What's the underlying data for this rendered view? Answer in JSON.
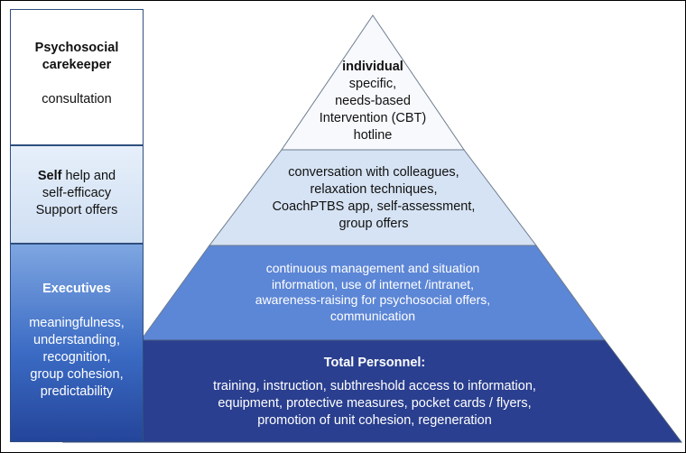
{
  "left_column": [
    {
      "title": "Psychosocial carekeeper",
      "title_lines": [
        "Psychosocial",
        "carekeeper"
      ],
      "lines": [
        "consultation"
      ]
    },
    {
      "title": "Self",
      "title_suffix": " help and",
      "lines": [
        "self-efficacy",
        "Support offers"
      ]
    },
    {
      "title": "Executives",
      "lines": [
        "meaningfulness,",
        "understanding,",
        "recognition,",
        "group cohesion,",
        "predictability"
      ]
    }
  ],
  "pyramid": [
    {
      "level": "individual",
      "lines": [
        "specific,",
        "needs-based",
        "Intervention (CBT)",
        "hotline"
      ],
      "fill": "#f7f9fd"
    },
    {
      "lines": [
        "conversation with colleagues,",
        "relaxation techniques,",
        "CoachPTBS app, self-assessment,",
        "group offers"
      ],
      "fill": "#d6e3f4"
    },
    {
      "lines": [
        "continuous management and situation",
        "information, use of internet /intranet,",
        "awareness-raising for psychosocial offers,",
        "communication"
      ],
      "fill": "#5c86d6"
    },
    {
      "level": "Total Personnel:",
      "lines": [
        "training, instruction, subthreshold access to information,",
        "equipment, protective measures, pocket cards / flyers,",
        "promotion of unit cohesion,  regeneration"
      ],
      "fill": "#2a3f8f"
    }
  ],
  "colors": {
    "outline": "#2f4f7f",
    "frame": "#000000"
  }
}
